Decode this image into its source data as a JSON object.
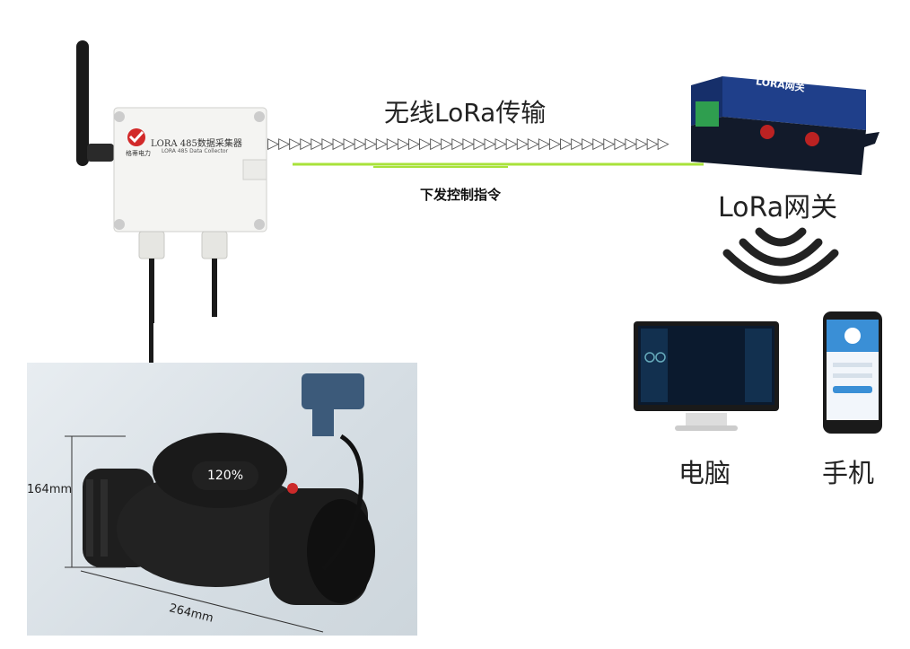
{
  "transmission_label": "无线LoRa传输",
  "command_label": "下发控制指令",
  "gateway": {
    "label": "LoRa网关",
    "device_text": "LORA网关"
  },
  "collector": {
    "brand": "格蒂电力",
    "name": "LORA 485数据采集器",
    "name_en": "LORA 485 Data Collector"
  },
  "terminals": {
    "pc_label": "电脑",
    "phone_label": "手机"
  },
  "valve": {
    "height": "164mm",
    "length": "264mm",
    "percent": "120%"
  },
  "arrows": "▷▷▷▷▷▷▷▷▷▷▷▷▷▷▷▷▷▷▷▷▷▷▷▷▷▷▷▷▷▷▷▷▷▷▷▷▷",
  "colors": {
    "accent_green": "#a8e23a",
    "gateway_blue": "#1f3f8a",
    "collector_logo_red": "#d22a2a"
  }
}
